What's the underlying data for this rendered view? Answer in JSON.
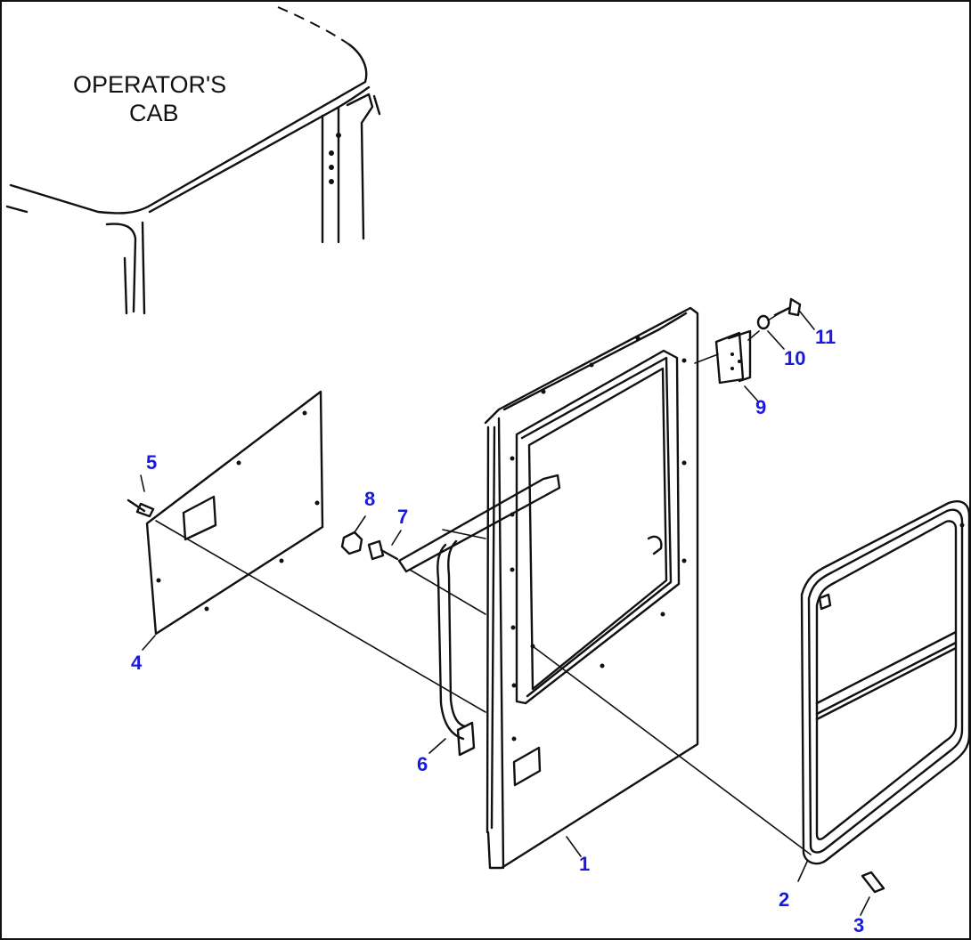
{
  "caption": {
    "line1": "OPERATOR'S",
    "line2": "CAB"
  },
  "callouts": [
    {
      "id": "1",
      "label": "1"
    },
    {
      "id": "2",
      "label": "2"
    },
    {
      "id": "3",
      "label": "3"
    },
    {
      "id": "4",
      "label": "4"
    },
    {
      "id": "5",
      "label": "5"
    },
    {
      "id": "6",
      "label": "6"
    },
    {
      "id": "7",
      "label": "7"
    },
    {
      "id": "8",
      "label": "8"
    },
    {
      "id": "9",
      "label": "9"
    },
    {
      "id": "10",
      "label": "10"
    },
    {
      "id": "11",
      "label": "11"
    }
  ],
  "colors": {
    "line": "#111111",
    "callout": "#1a1adb",
    "background": "#ffffff"
  }
}
